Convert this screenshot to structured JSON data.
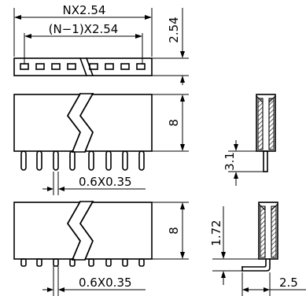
{
  "labels": {
    "nx_pitch": "NX2.54",
    "n1_pitch": "(N−1)X2.54",
    "height_top": "2.54",
    "height_body_1": "8",
    "height_body_2": "8",
    "pin_size_1": "0.6X0.35",
    "pin_size_2": "0.6X0.35",
    "pin_length": "3.1",
    "bend_height": "1.72",
    "bend_length": "2.5"
  }
}
